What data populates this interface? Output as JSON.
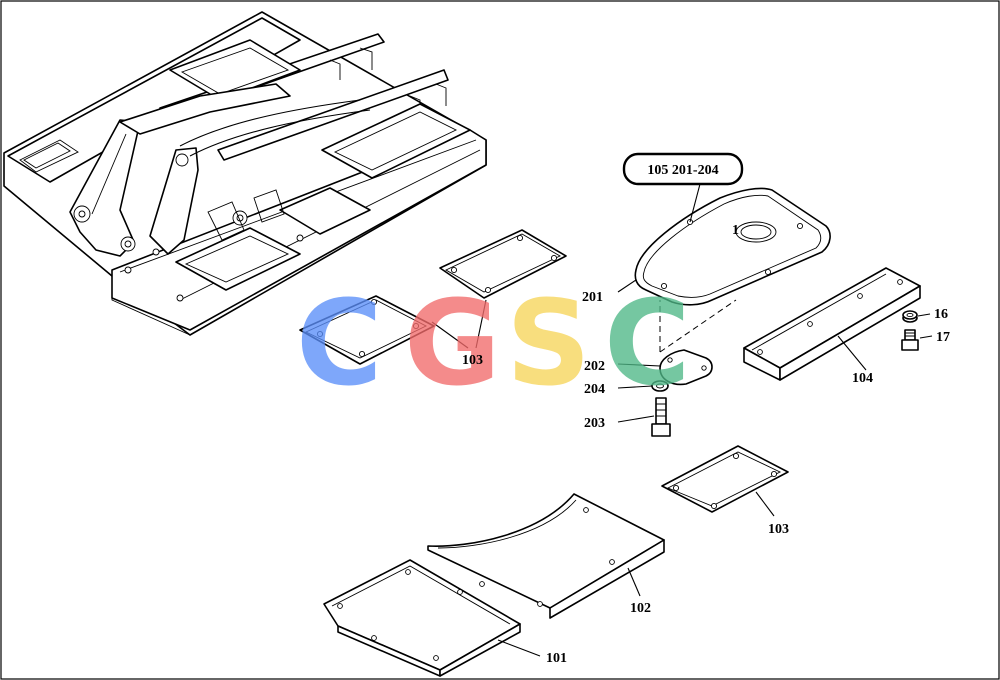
{
  "callout": {
    "text": "105 201-204"
  },
  "labels": {
    "p101": "101",
    "p102": "102",
    "p103_top": "103",
    "p103_bottom": "103",
    "p104": "104",
    "p16": "16",
    "p17": "17",
    "p201": "201",
    "p202": "202",
    "p203": "203",
    "p204": "204",
    "mark_1": "1"
  },
  "watermark": {
    "letters": [
      "C",
      "G",
      "S",
      "C"
    ],
    "colors": [
      "#5b8ff9",
      "#f26b6b",
      "#f7d55a",
      "#4fb887"
    ]
  },
  "colors": {
    "line": "#000000",
    "background": "#ffffff"
  }
}
